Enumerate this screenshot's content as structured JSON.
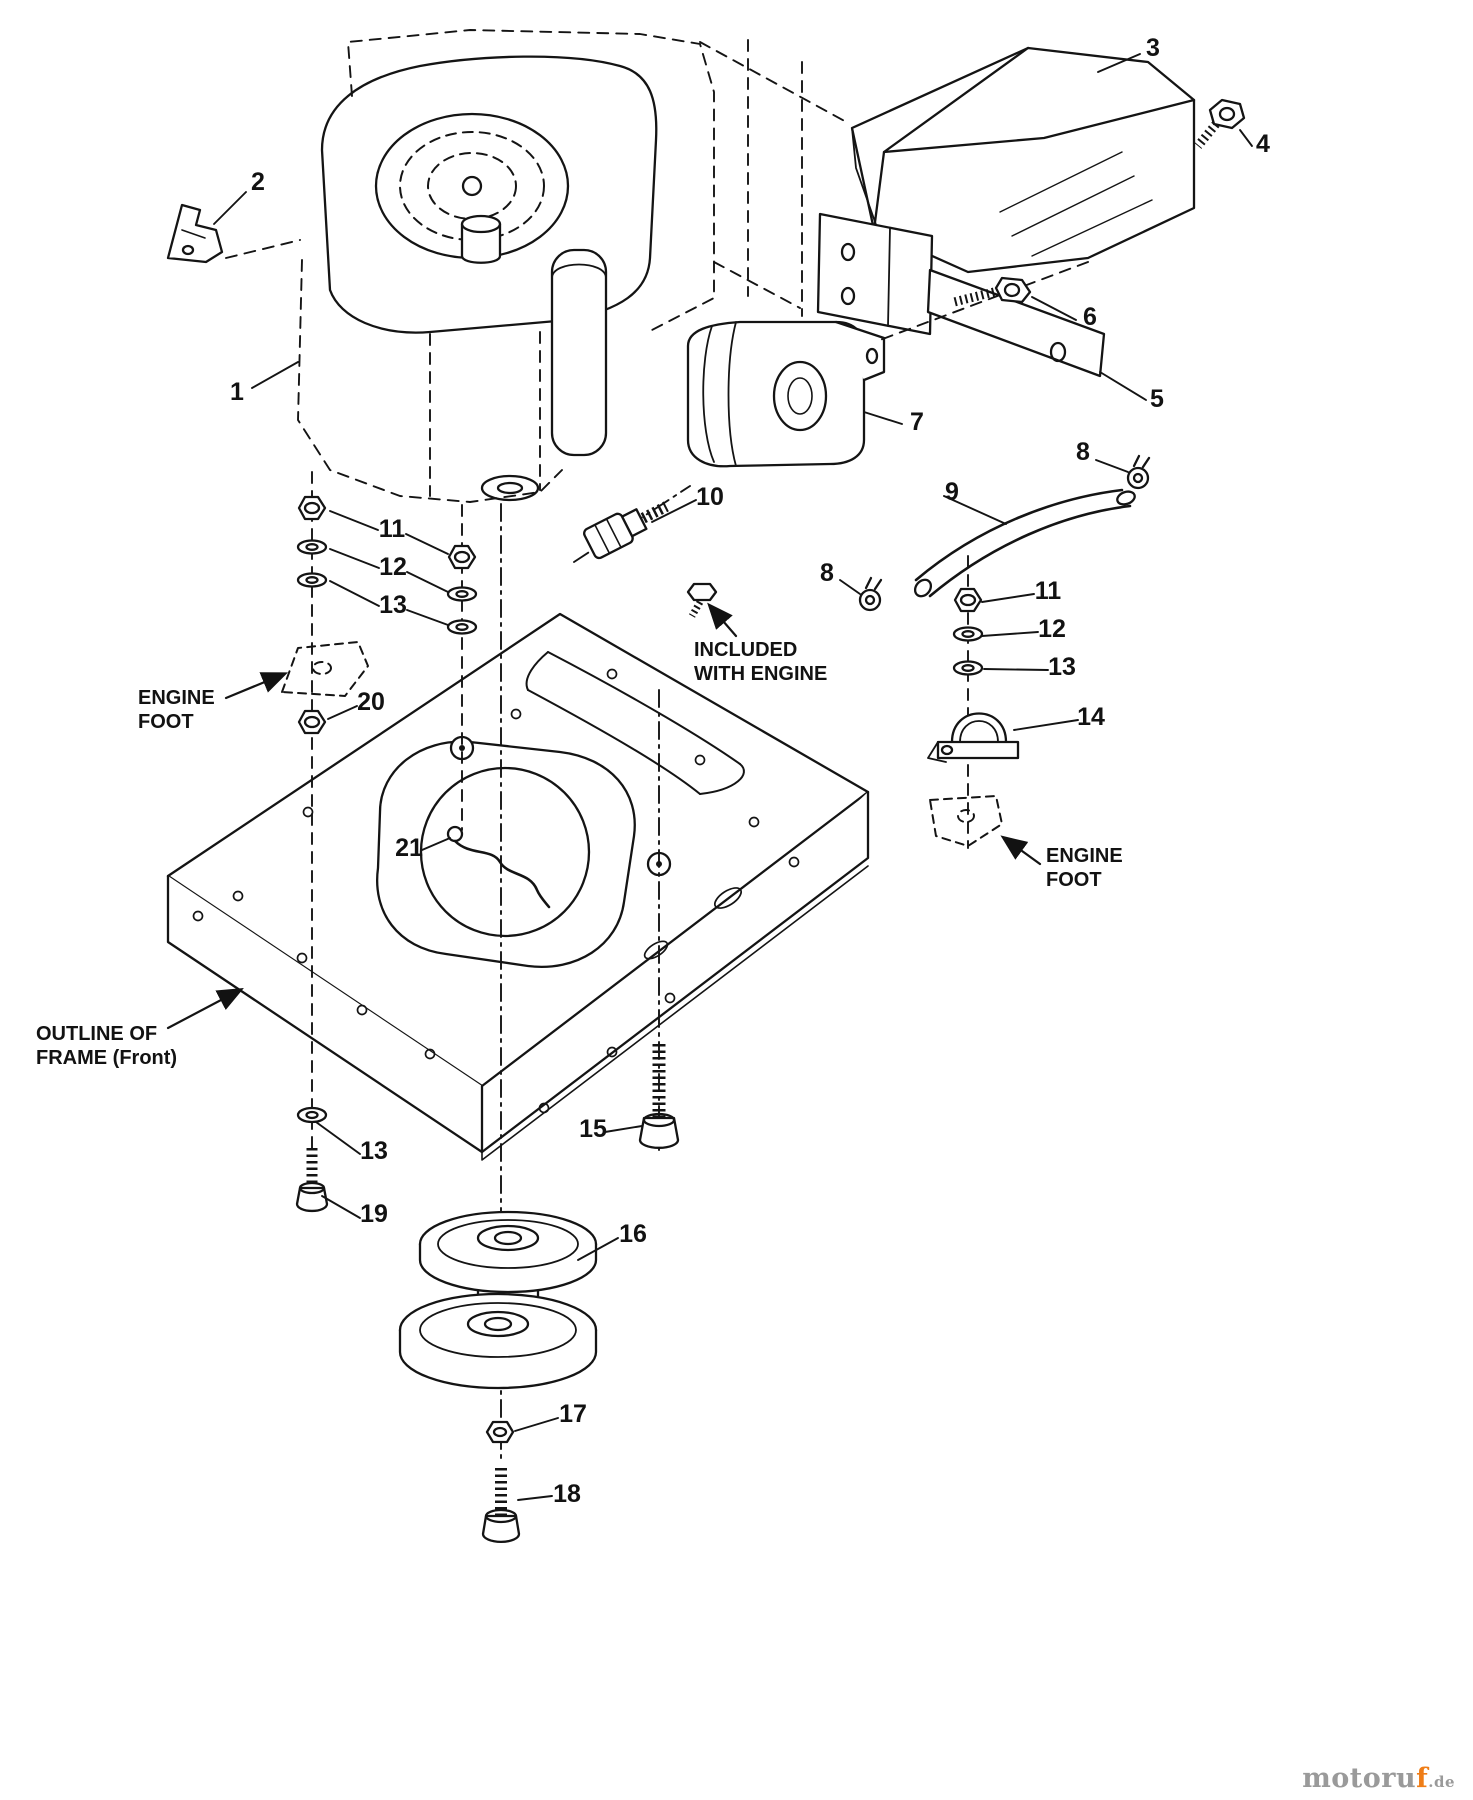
{
  "diagram": {
    "colors": {
      "line": "#141414",
      "background": "#ffffff",
      "watermark_gray": "#9a9a9a",
      "watermark_orange": "#ef7d17"
    },
    "callouts": {
      "c1": "1",
      "c2": "2",
      "c3": "3",
      "c4": "4",
      "c5": "5",
      "c6": "6",
      "c7": "7",
      "c8_top": "8",
      "c8_mid": "8",
      "c9": "9",
      "c10": "10",
      "c11_left": "11",
      "c12_left": "12",
      "c13_left": "13",
      "c11_right": "11",
      "c12_right": "12",
      "c13_right": "13",
      "c13_lower": "13",
      "c14": "14",
      "c15": "15",
      "c16": "16",
      "c17": "17",
      "c18": "18",
      "c19": "19",
      "c20": "20",
      "c21": "21"
    },
    "annotations": {
      "engine_foot_left_line1": "ENGINE",
      "engine_foot_left_line2": "FOOT",
      "included_line1": "INCLUDED",
      "included_line2": "WITH ENGINE",
      "engine_foot_right_line1": "ENGINE",
      "engine_foot_right_line2": "FOOT",
      "frame_outline_line1": "OUTLINE OF",
      "frame_outline_line2": "FRAME (Front)"
    },
    "watermark": {
      "brand": "motoru",
      "accent": "f",
      "tld": ".de"
    }
  }
}
